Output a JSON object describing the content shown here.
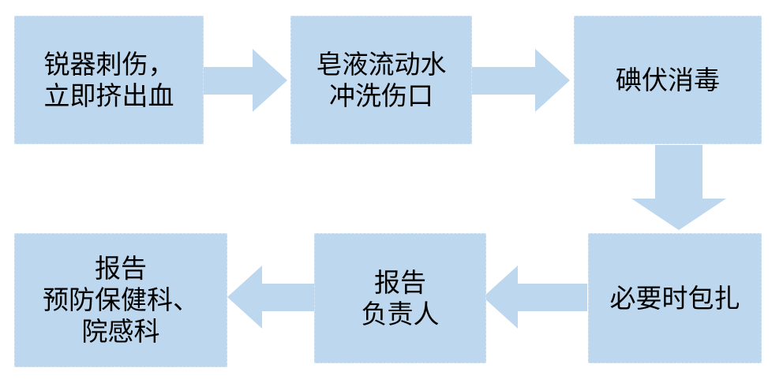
{
  "colors": {
    "box_fill": "#bdd7ee",
    "arrow_fill": "#bdd7ee",
    "text": "#000000",
    "background": "#ffffff"
  },
  "steps": [
    {
      "id": "sharp-injury",
      "lines": [
        "锐器刺伤，",
        "立即挤出血"
      ]
    },
    {
      "id": "soap-wash",
      "lines": [
        "皂液流动水",
        "冲洗伤口"
      ]
    },
    {
      "id": "iodine-disinfect",
      "lines": [
        "碘伏消毒"
      ]
    },
    {
      "id": "bandage",
      "lines": [
        "必要时包扎"
      ]
    },
    {
      "id": "report-supervisor",
      "lines": [
        "报告",
        "负责人"
      ]
    },
    {
      "id": "report-departments",
      "lines": [
        "报告",
        "预防保健科、",
        "院感科"
      ]
    }
  ]
}
